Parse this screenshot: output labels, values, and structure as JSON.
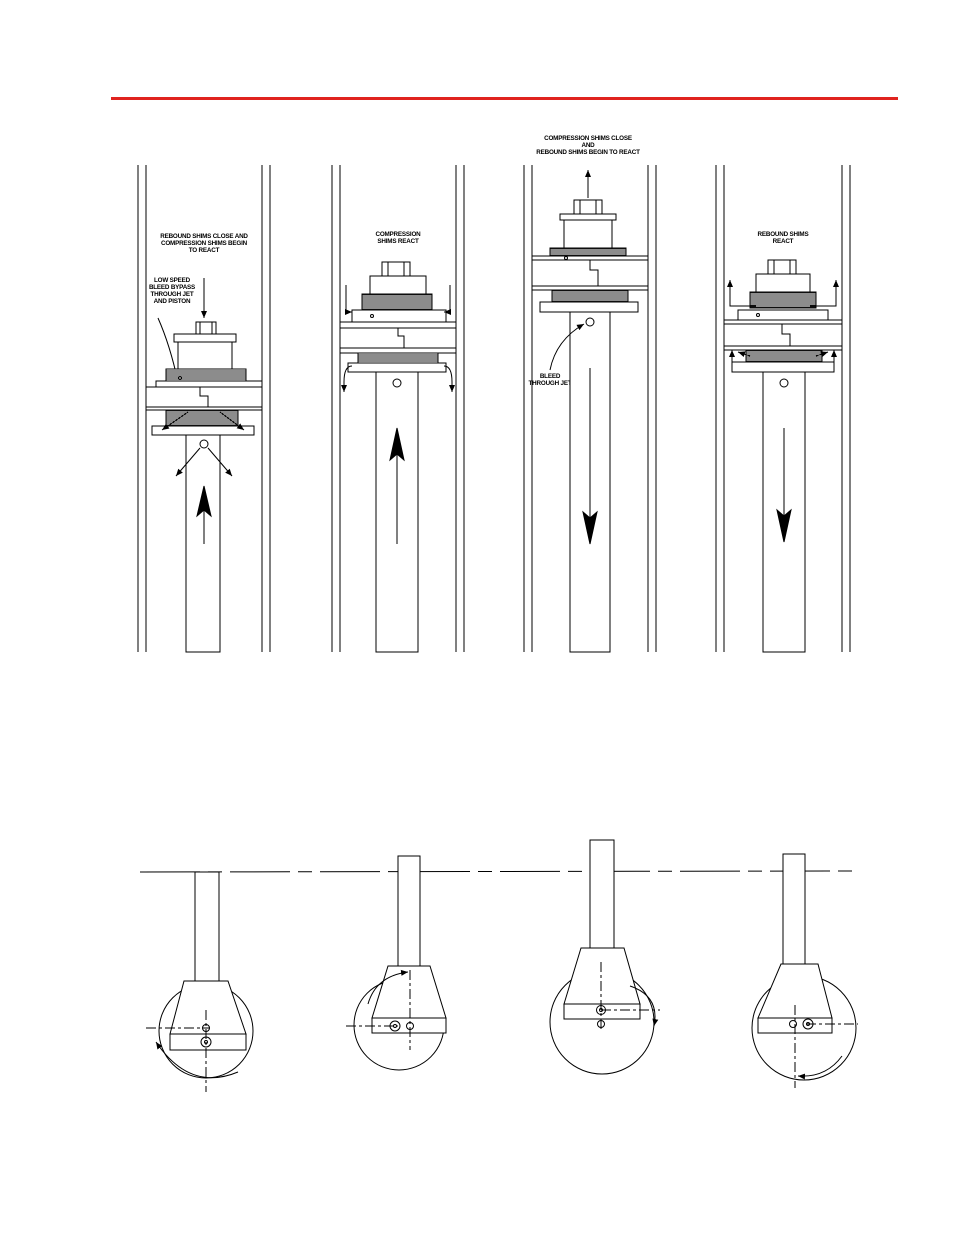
{
  "colors": {
    "rule": "#e0231f",
    "ink": "#000000",
    "paper": "#ffffff"
  },
  "panels": [
    {
      "id": "p1",
      "motion": "up",
      "labels": [
        "REBOUND SHIMS CLOSE AND",
        "COMPRESSION SHIMS BEGIN",
        "TO REACT"
      ],
      "note": [
        "LOW SPEED",
        "BLEED BYPASS",
        "THROUGH JET",
        "AND PISTON"
      ]
    },
    {
      "id": "p2",
      "motion": "up",
      "labels": [
        "COMPRESSION",
        "SHIMS REACT"
      ]
    },
    {
      "id": "p3",
      "motion": "down",
      "labels": [
        "COMPRESSION SHIMS CLOSE",
        "AND",
        "REBOUND SHIMS BEGIN TO REACT"
      ],
      "note": [
        "BLEED",
        "THROUGH JET"
      ]
    },
    {
      "id": "p4",
      "motion": "down",
      "labels": [
        "REBOUND SHIMS",
        "REACT"
      ]
    }
  ]
}
